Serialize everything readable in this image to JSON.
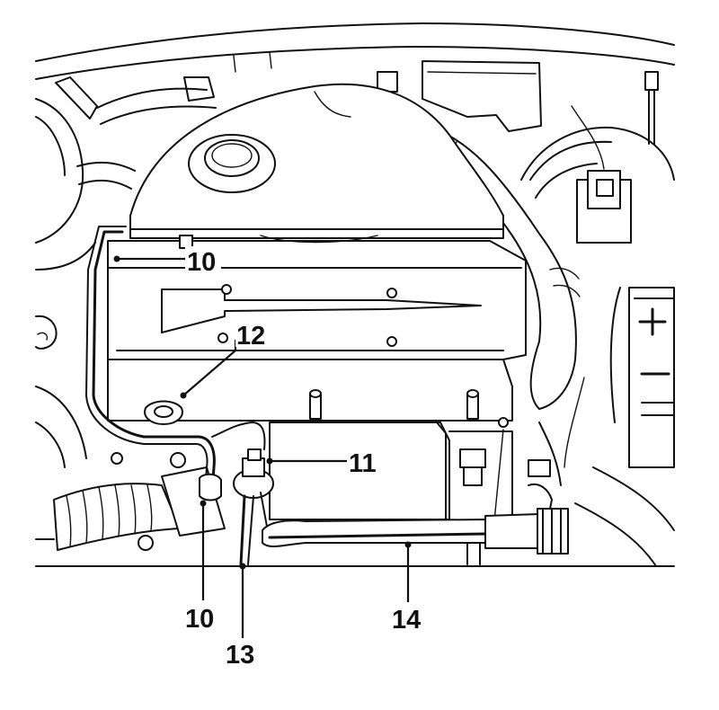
{
  "figure": {
    "callouts": [
      {
        "id": "c10a",
        "label": "10"
      },
      {
        "id": "c12",
        "label": "12"
      },
      {
        "id": "c11",
        "label": "11"
      },
      {
        "id": "c10b",
        "label": "10"
      },
      {
        "id": "c13",
        "label": "13"
      },
      {
        "id": "c14",
        "label": "14"
      }
    ]
  }
}
